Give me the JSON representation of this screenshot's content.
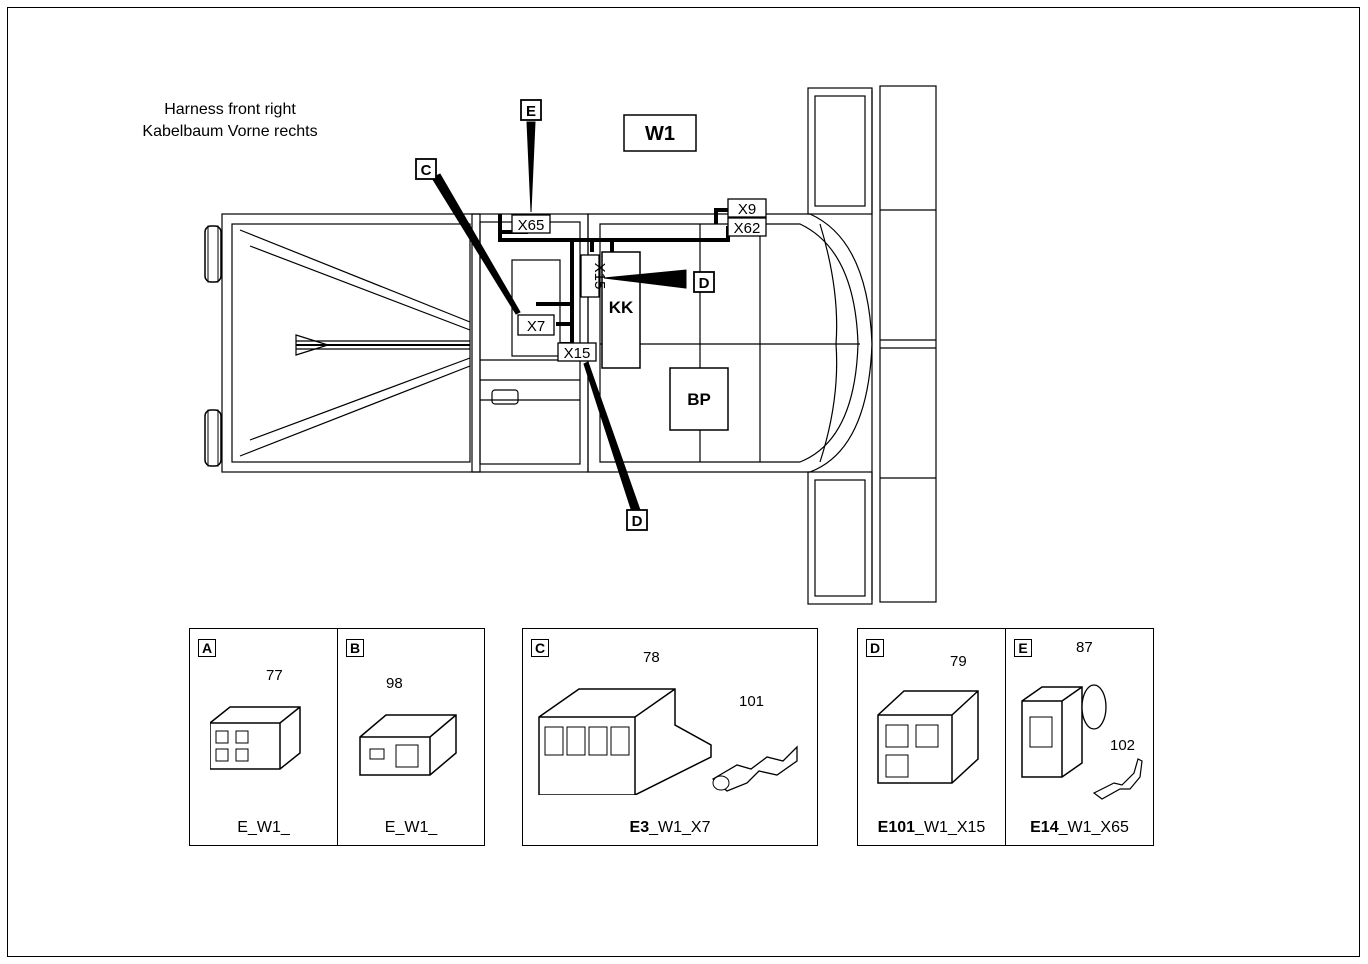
{
  "title": {
    "line1": "Harness front right",
    "line2": "Kabelbaum Vorne rechts"
  },
  "harness_label": "W1",
  "connectors": [
    "X65",
    "X9",
    "X62",
    "X15",
    "X7",
    "X15"
  ],
  "components": {
    "kk": "KK",
    "bp": "BP"
  },
  "callouts": {
    "e": "E",
    "c": "C",
    "d_top": "D",
    "d_bottom": "D"
  },
  "detail_panels": [
    {
      "letter": "A",
      "part": "77",
      "caption_bold": "",
      "caption": "E_W1_"
    },
    {
      "letter": "B",
      "part": "98",
      "caption_bold": "",
      "caption": "E_W1_"
    },
    {
      "letter": "C",
      "part": "78",
      "part2": "101",
      "caption_bold": "E3",
      "caption": "_W1_X7"
    },
    {
      "letter": "D",
      "part": "79",
      "caption_bold": "E101",
      "caption": "_W1_X15"
    },
    {
      "letter": "E",
      "part": "87",
      "part2": "102",
      "caption_bold": "E14",
      "caption": "_W1_X65"
    }
  ]
}
